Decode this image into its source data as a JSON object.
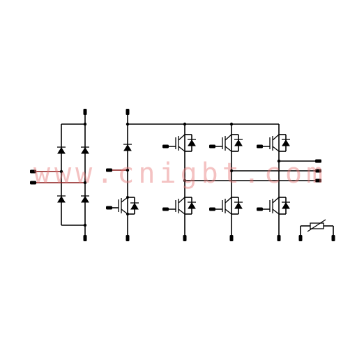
{
  "watermark": {
    "text": "www.cnigbt.com"
  },
  "components": {
    "rectifier_diodes": 4,
    "brake_chopper": 1,
    "inverter_igbts": 6,
    "thermistor": 1
  }
}
